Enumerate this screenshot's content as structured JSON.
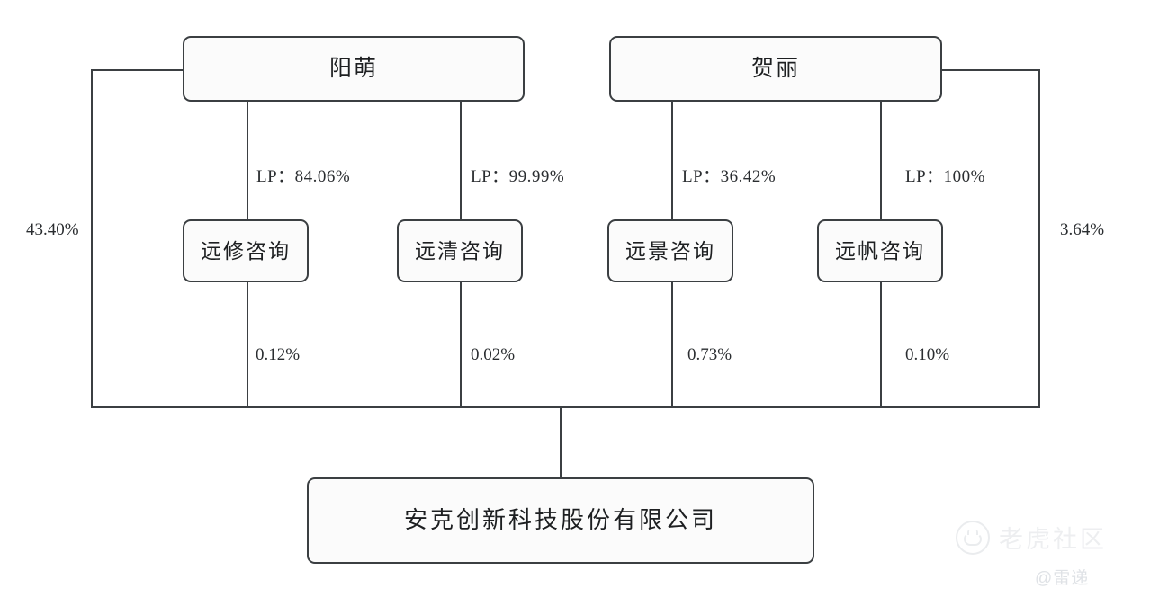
{
  "diagram": {
    "type": "ownership-structure-chart",
    "title": "",
    "shareholders": [
      {
        "id": "yangmeng",
        "name": "阳萌"
      },
      {
        "id": "heli",
        "name": "贺丽"
      }
    ],
    "partnerships": [
      {
        "id": "yuanxiu",
        "name": "远修咨询",
        "parent": "yangmeng",
        "lp_label": "LP：84.06%",
        "direct_label": "0.12%"
      },
      {
        "id": "yuanqing",
        "name": "远清咨询",
        "parent": "yangmeng",
        "lp_label": "LP：99.99%",
        "direct_label": "0.02%"
      },
      {
        "id": "yuanjing",
        "name": "远景咨询",
        "parent": "heli",
        "lp_label": "LP：36.42%",
        "direct_label": "0.73%"
      },
      {
        "id": "yuanfan",
        "name": "远帆咨询",
        "parent": "heli",
        "lp_label": "LP：100%",
        "direct_label": "0.10%"
      }
    ],
    "direct_holdings": [
      {
        "from": "yangmeng",
        "label": "43.40%",
        "side": "left"
      },
      {
        "from": "heli",
        "label": "3.64%",
        "side": "right"
      }
    ],
    "company": {
      "id": "anker",
      "name": "安克创新科技股份有限公司"
    },
    "colors": {
      "line": "#3b3f42",
      "box_fill": "#fbfbfb",
      "text": "#1d1f21",
      "background": "#ffffff",
      "watermark": "#dcdfe3"
    }
  },
  "watermark": {
    "brand": "老虎社区",
    "handle": "@雷递",
    "logo_icon": "tiger-circle-icon"
  }
}
